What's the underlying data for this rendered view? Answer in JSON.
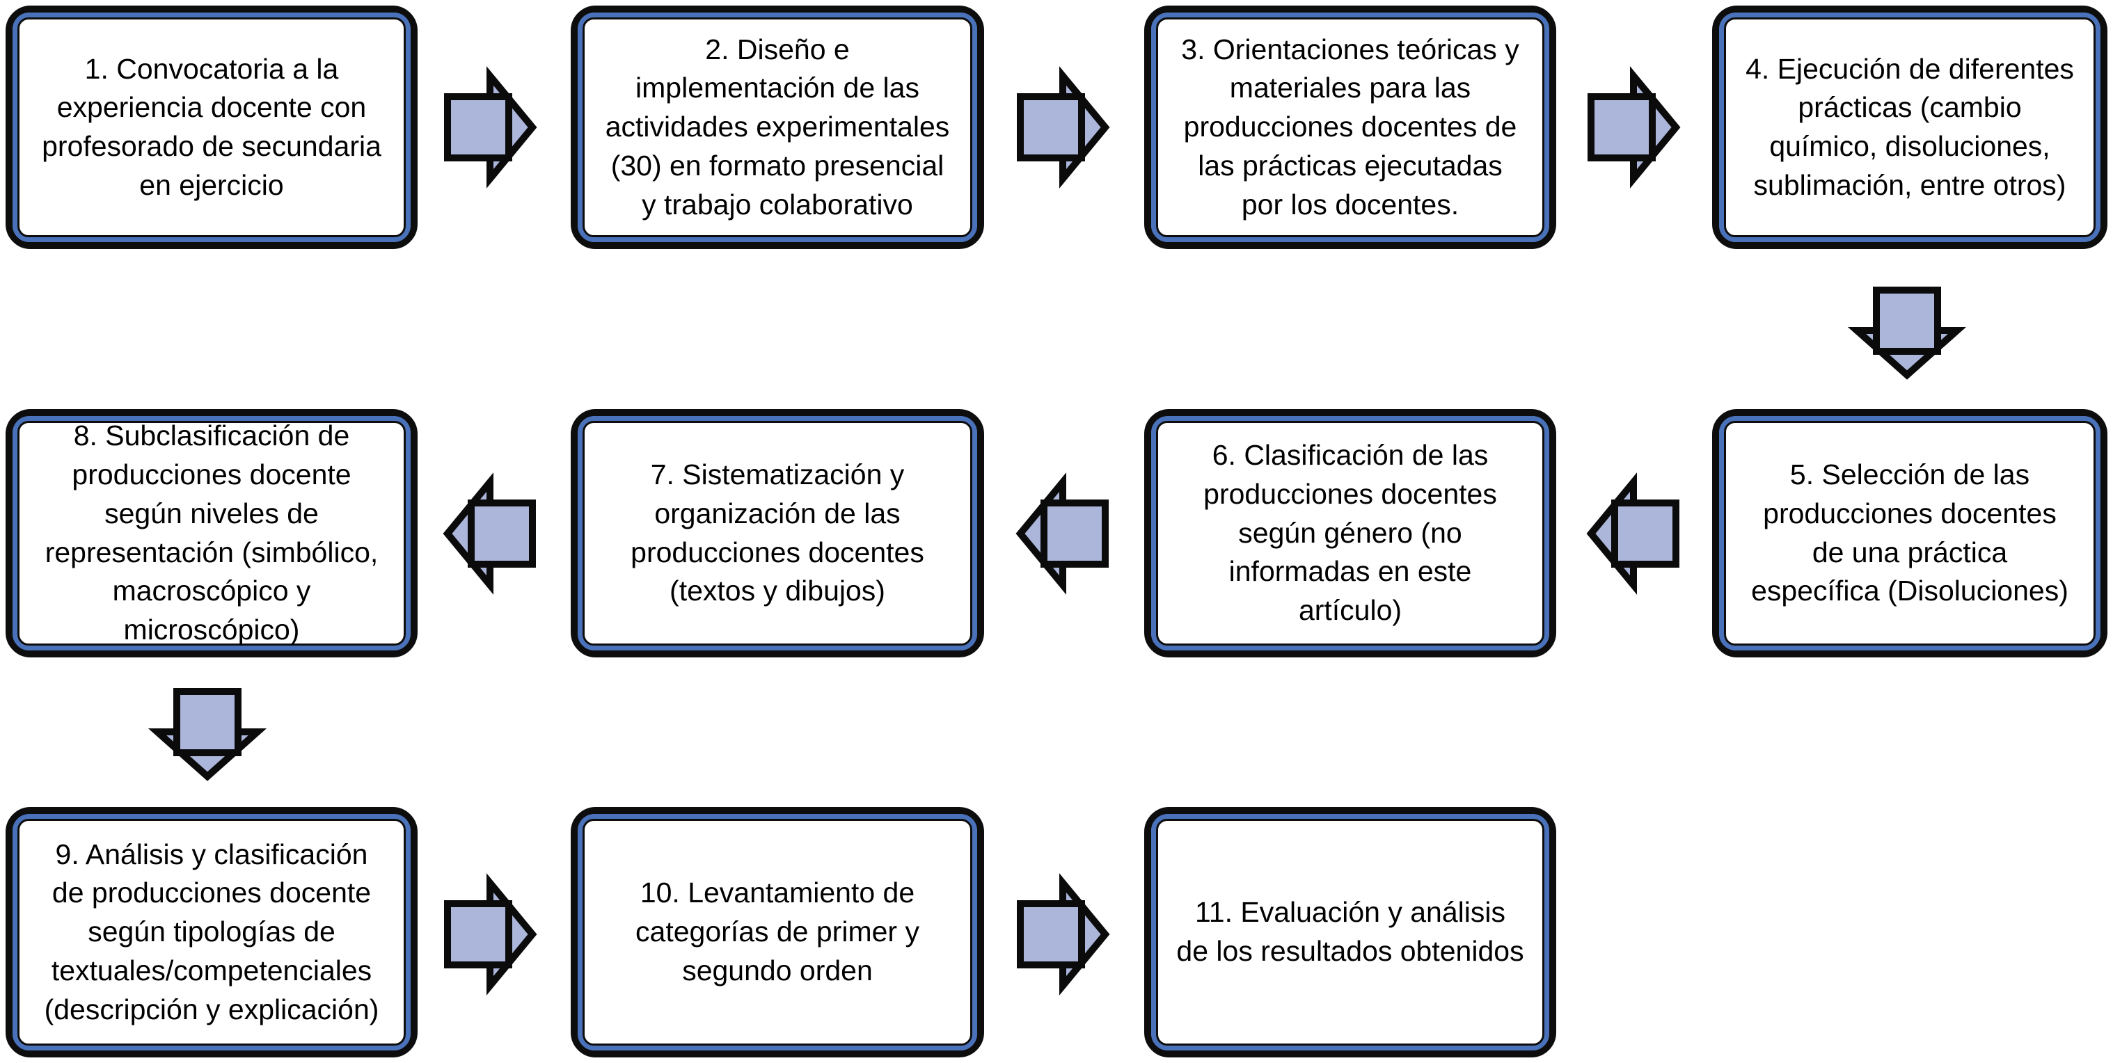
{
  "flowchart": {
    "language": "es",
    "steps": [
      {
        "id": "1",
        "label": "1. Convocatoria a la experiencia docente con profesorado de secundaria en ejercicio"
      },
      {
        "id": "2",
        "label": "2. Diseño e implementación de las actividades experimentales (30) en formato presencial y trabajo colaborativo"
      },
      {
        "id": "3",
        "label": "3. Orientaciones teóricas y materiales para las producciones docentes de las prácticas ejecutadas por los docentes."
      },
      {
        "id": "4",
        "label": "4. Ejecución de diferentes prácticas (cambio químico, disoluciones, sublimación, entre otros)"
      },
      {
        "id": "5",
        "label": "5. Selección de las producciones docentes de una práctica específica (Disoluciones)"
      },
      {
        "id": "6",
        "label": "6. Clasificación de las producciones docentes según género (no informadas en este artículo)"
      },
      {
        "id": "7",
        "label": "7. Sistematización y organización de las producciones docentes (textos y dibujos)"
      },
      {
        "id": "8",
        "label": "8. Subclasificación de producciones docente según niveles de representación (simbólico, macroscópico y microscópico)"
      },
      {
        "id": "9",
        "label": "9. Análisis y clasificación de producciones docente según tipologías de textuales/competenciales (descripción y explicación)"
      },
      {
        "id": "10",
        "label": "10. Levantamiento de categorías de primer y segundo orden"
      },
      {
        "id": "11",
        "label": "11. Evaluación y análisis de los resultados obtenidos"
      }
    ],
    "connections": [
      {
        "from": 1,
        "to": 2,
        "direction": "right"
      },
      {
        "from": 2,
        "to": 3,
        "direction": "right"
      },
      {
        "from": 3,
        "to": 4,
        "direction": "right"
      },
      {
        "from": 4,
        "to": 5,
        "direction": "down"
      },
      {
        "from": 5,
        "to": 6,
        "direction": "left"
      },
      {
        "from": 6,
        "to": 7,
        "direction": "left"
      },
      {
        "from": 7,
        "to": 8,
        "direction": "left"
      },
      {
        "from": 8,
        "to": 9,
        "direction": "down"
      },
      {
        "from": 9,
        "to": 10,
        "direction": "right"
      },
      {
        "from": 10,
        "to": 11,
        "direction": "right"
      }
    ],
    "colors": {
      "background": "#ffffff",
      "box_fill": "#ffffff",
      "box_border_outer": "#0d0d0d",
      "box_border_accent": "#4a72ba",
      "box_border_inner": "#0d0d0d",
      "arrow_fill": "#abb6da",
      "arrow_stroke": "#0b0b0b",
      "text": "#000000"
    }
  }
}
